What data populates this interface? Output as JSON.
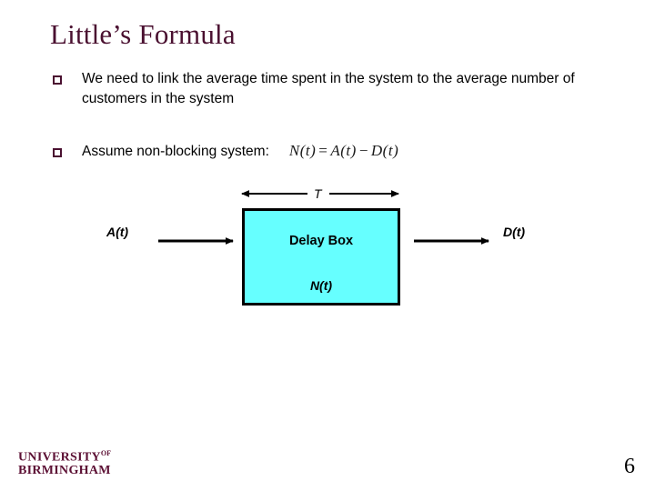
{
  "slide": {
    "title": "Little’s Formula",
    "page_number": "6",
    "title_color": "#4A1030",
    "background_color": "#FFFFFF"
  },
  "bullets": [
    {
      "marker": "hollow-square",
      "text": "We need to link the average time spent in the system to the average number of customers in the system",
      "formula": null
    },
    {
      "marker": "hollow-square",
      "text": "Assume non-blocking system:",
      "formula": {
        "lhs": "N(t)",
        "eq": "=",
        "term1": "A(t)",
        "op": "−",
        "term2": "D(t)",
        "plain": "N(t) = A(t) − D(t)"
      }
    }
  ],
  "diagram": {
    "type": "block-flow",
    "box": {
      "label": "Delay Box",
      "sublabel": "N(t)",
      "fill_color": "#66FFFF",
      "border_color": "#000000"
    },
    "input_label": "A(t)",
    "output_label": "D(t)",
    "span_label": "T",
    "span_description": "double-headed arrow spanning box width labelled T"
  },
  "footer": {
    "logo_line1": "UNIVERSITY",
    "logo_superscript": "OF",
    "logo_line2": "BIRMINGHAM",
    "logo_color": "#5C1034"
  }
}
